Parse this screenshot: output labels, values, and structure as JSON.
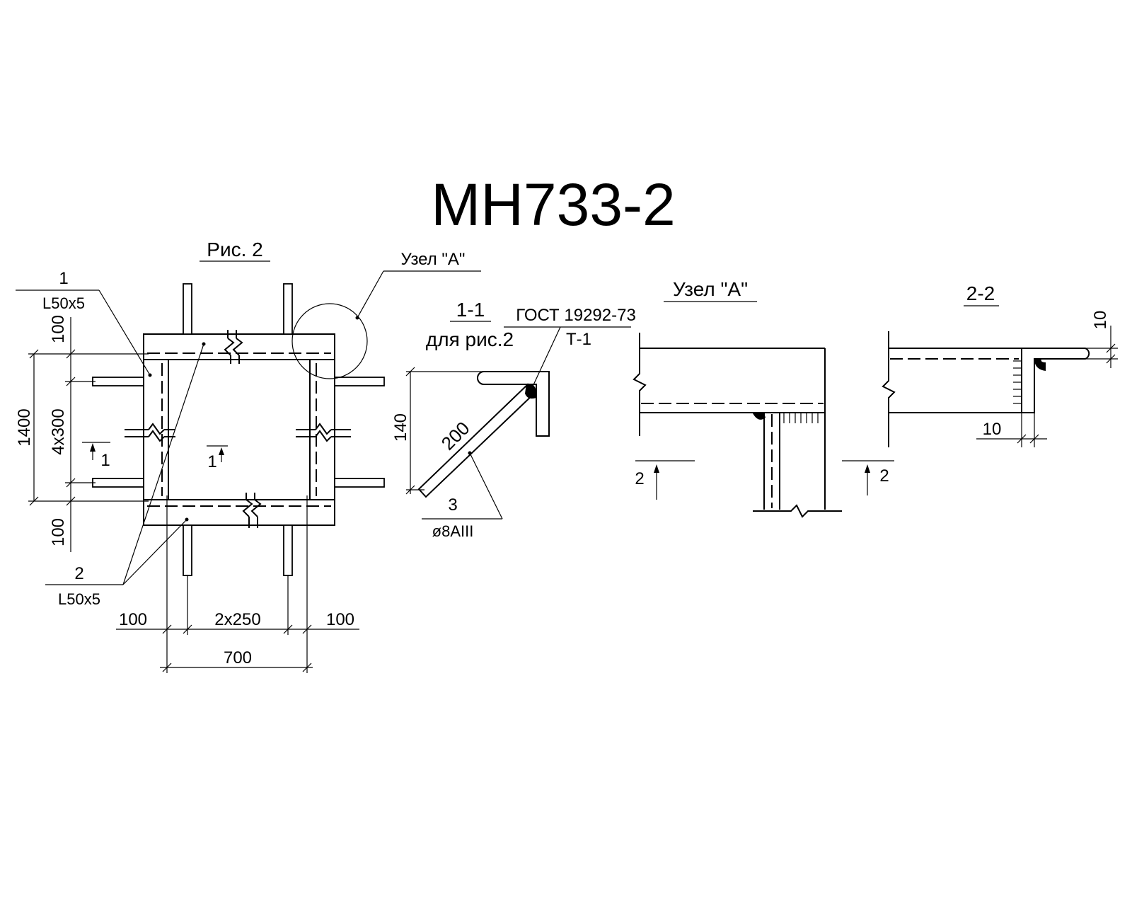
{
  "title": "МН733-2",
  "labels": {
    "fig2": "Рис. 2",
    "node_a_callout": "Узел \"А\"",
    "node_a_title": "Узел \"А\"",
    "sec11": "1-1",
    "for_fig2": "для рис.2",
    "gost": "ГОСТ 19292-73",
    "t1": "Т-1",
    "sec22": "2-2"
  },
  "positions": [
    {
      "num": "1",
      "profile": "L50x5"
    },
    {
      "num": "2",
      "profile": "L50x5"
    },
    {
      "num": "3",
      "profile": "ø8AIII"
    }
  ],
  "dimensions": {
    "top_100": "100",
    "height_1400": "1400",
    "pitch_4x300": "4x300",
    "bottom_100": "100",
    "left_100": "100",
    "pitch_2x250": "2x250",
    "right_100": "100",
    "width_700": "700",
    "sec_140": "140",
    "sec_200": "200",
    "d10_top": "10",
    "d10_side": "10"
  },
  "section_marks": {
    "s1_left": "1",
    "s1_center": "1",
    "s2_left": "2",
    "s2_right": "2"
  }
}
